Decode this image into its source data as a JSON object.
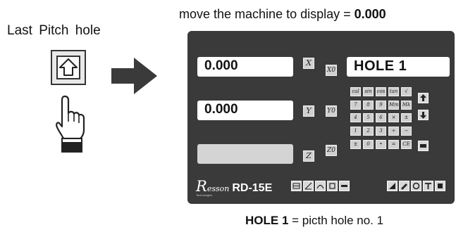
{
  "left": {
    "title": "Last  Pitch  hole"
  },
  "top_caption": {
    "text": "move the machine to display = ",
    "value": "0.000"
  },
  "panel": {
    "x_display": "0.000",
    "y_display": "0.000",
    "z_display": "",
    "message_display": "HOLE 1",
    "axis_keys": {
      "x": "X",
      "y": "Y",
      "z": "Z",
      "x0": "X0",
      "y0": "Y0",
      "z0": "Z0"
    },
    "keypad": [
      [
        "cal",
        "sin",
        "cos",
        "tan",
        "√"
      ],
      [
        "7",
        "8",
        "9",
        "Mm",
        "Mk"
      ],
      [
        "4",
        "5",
        "6",
        "×",
        "±"
      ],
      [
        "1",
        "2",
        "3",
        "÷",
        "−"
      ],
      [
        "±",
        "0",
        "•",
        "=",
        "CE"
      ]
    ],
    "brand_initial": "R",
    "brand_rest": "esson",
    "brand_sub": "Technologies",
    "model": "RD-15E"
  },
  "bottom_caption": {
    "bold": "HOLE 1",
    "text": " = picth hole no. 1"
  }
}
